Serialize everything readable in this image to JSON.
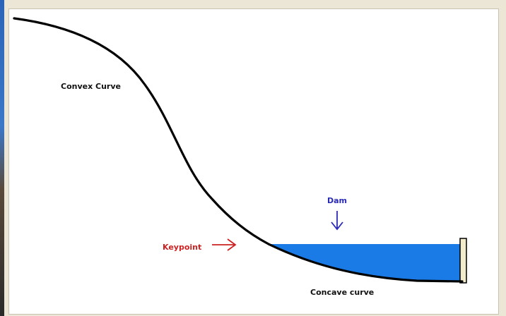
{
  "labels": {
    "convex": "Convex Curve",
    "concave": "Concave curve",
    "keypoint": "Keypoint",
    "dam": "Dam"
  },
  "colors": {
    "curve": "#000000",
    "water": "#1a7be6",
    "keypoint_text": "#cc2222",
    "dam_text": "#2a2ab8",
    "arrow_red": "#cc2222",
    "arrow_blue": "#2a2ab8",
    "dam_wall": "#f2eccb"
  },
  "icons": {
    "keypoint_arrow": "right-arrow-icon",
    "dam_arrow": "down-arrow-icon"
  }
}
